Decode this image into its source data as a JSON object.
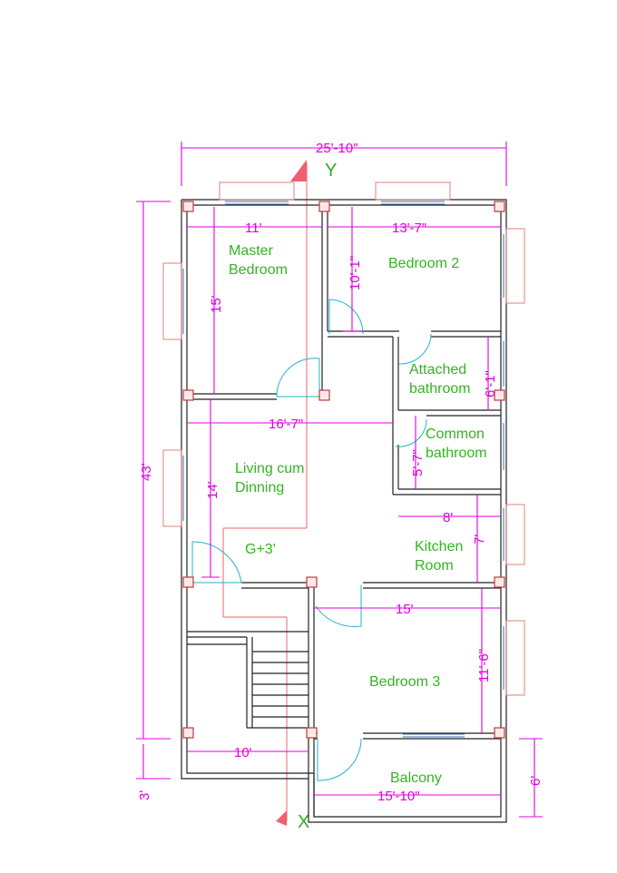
{
  "rooms": {
    "master_bedroom": [
      "Master",
      "Bedroom"
    ],
    "bedroom2": "Bedroom 2",
    "attached_bathroom": [
      "Attached",
      "bathroom"
    ],
    "common_bathroom": [
      "Common",
      "bathroom"
    ],
    "living": [
      "Living cum",
      "Dinning"
    ],
    "stair_label": "G+3'",
    "kitchen": [
      "Kitchen",
      "Room"
    ],
    "bedroom3": "Bedroom 3",
    "balcony": "Balcony"
  },
  "dimensions": {
    "overall_width": "25'-10\"",
    "overall_length": "43'",
    "master_width": "11'",
    "master_length": "15'",
    "bedroom2_width": "13'-7\"",
    "bedroom2_length": "10'-1\"",
    "attached_bath": "6'-1\"",
    "living_width": "16'-7\"",
    "living_length": "14'",
    "common_bath": "5'-7\"",
    "kitchen_width": "8'",
    "kitchen_length": "7'",
    "bedroom3_width": "15'",
    "bedroom3_length": "11'-6\"",
    "stair_width": "10'",
    "setback": "3'",
    "balcony_width": "15'-10\"",
    "balcony_depth": "6'"
  },
  "axes": {
    "y": "Y",
    "x": "X"
  },
  "colors": {
    "room_label": "#33b520",
    "dimension": "#e000e0",
    "door": "#1fb5c9",
    "column": "#c23b3b",
    "wall": "#222222"
  }
}
